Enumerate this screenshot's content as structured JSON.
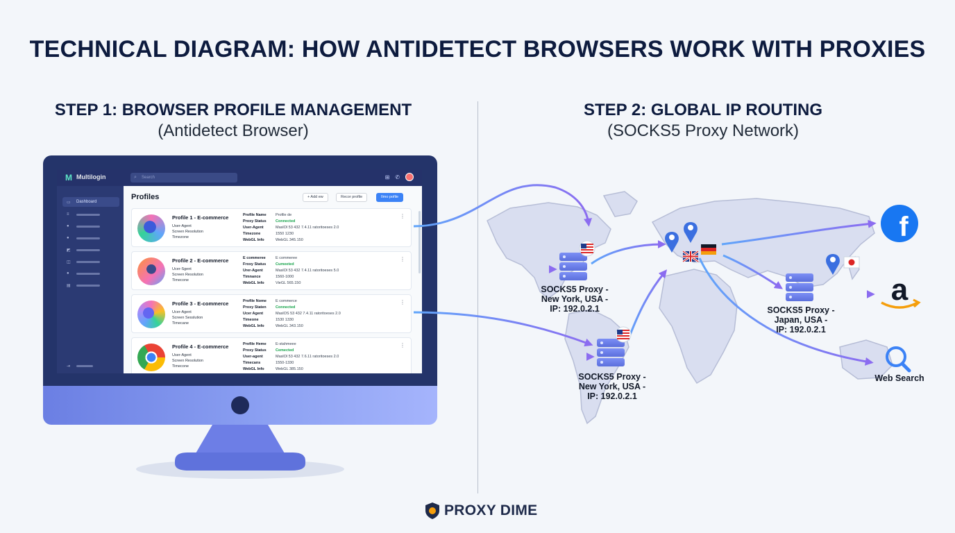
{
  "title": "TECHNICAL DIAGRAM: HOW ANTIDETECT BROWSERS WORK WITH PROXIES",
  "step1": {
    "title": "STEP 1: BROWSER PROFILE MANAGEMENT",
    "subtitle": "(Antidetect Browser)"
  },
  "step2": {
    "title": "STEP 2: GLOBAL IP ROUTING",
    "subtitle": "(SOCKS5 Proxy Network)"
  },
  "app": {
    "name": "Multilogin",
    "search_placeholder": "Search",
    "sidebar_active": "Dashboard",
    "page_title": "Profiles",
    "buttons": {
      "add": "+ Add ew",
      "recover": "Recor profile",
      "new": "Ilmo pofile"
    },
    "profiles": [
      {
        "name": "Profile 1 - E-commerce",
        "labels": [
          "User-Agent",
          "Screen Resolution",
          "Timezone"
        ],
        "keys": [
          "Profile Name",
          "Proxy Status",
          "User-Agent",
          "Timezone",
          "WebGL Info"
        ],
        "values": [
          "Profile de",
          "Connected",
          "MaslOl 53 432 7.4.11 ratoritoeses 2.0",
          "1550 1230",
          "WebGL 345.150"
        ]
      },
      {
        "name": "Profile 2 - E-commerce",
        "labels": [
          "Ucer-Sgent",
          "Screen Resolution",
          "Timecone"
        ],
        "keys": [
          "E commeree",
          "Froxy Status",
          "Urer-Agent",
          "Timnance",
          "WebGL Info"
        ],
        "values": [
          "E commeree",
          "Cumeeted",
          "MaslOl 53 432 7.4.11 ratoritoeses 5.0",
          "1560-1000",
          "VieGL 565.150"
        ]
      },
      {
        "name": "Profile 3 - E-commerce",
        "labels": [
          "Ucer-Agent",
          "Screen Sesslution",
          "Timecane"
        ],
        "keys": [
          "Profile Nome",
          "Proxy Staten",
          "Ucer Agent",
          "Timeone",
          "WebGL Info"
        ],
        "values": [
          "E commerce",
          "Connected",
          "MaslOS 53 432 7.4.11 ratoritoeses 2.0",
          "1530 1330",
          "WebGL 343.150"
        ]
      },
      {
        "name": "Profile 4 - E-commerce",
        "labels": [
          "User-Agent",
          "Screen Resolution",
          "Timecone"
        ],
        "keys": [
          "Profile Heme",
          "Proxy Status",
          "User-agent",
          "Timecans",
          "WebGL Info"
        ],
        "values": [
          "E-stahmeee",
          "Cemected",
          "MaslOl 53 432 7.6.11 ratoritoeses 2.0",
          "1550-1330",
          "WebGL 385.150"
        ]
      }
    ]
  },
  "proxies": [
    {
      "lines": [
        "SOCKS5 Proxy -",
        "New York, USA -",
        "IP: 192.0.2.1"
      ]
    },
    {
      "lines": [
        "SOCKS5 Proxy -",
        "New York, USA -",
        "IP: 192.0.2.1"
      ]
    },
    {
      "lines": [
        "SOCKS5 Proxy -",
        "Japan, USA -",
        "IP: 192.0.2.1"
      ]
    }
  ],
  "destinations": {
    "web_search": "Web Search",
    "icons": [
      "facebook-icon",
      "amazon-icon",
      "search-icon"
    ]
  },
  "brand": "PROXY DIME",
  "colors": {
    "accent": "#7c7ff0",
    "monitor": "#24346a",
    "facebook": "#1877f2",
    "amazon_arrow": "#f59e0b"
  }
}
